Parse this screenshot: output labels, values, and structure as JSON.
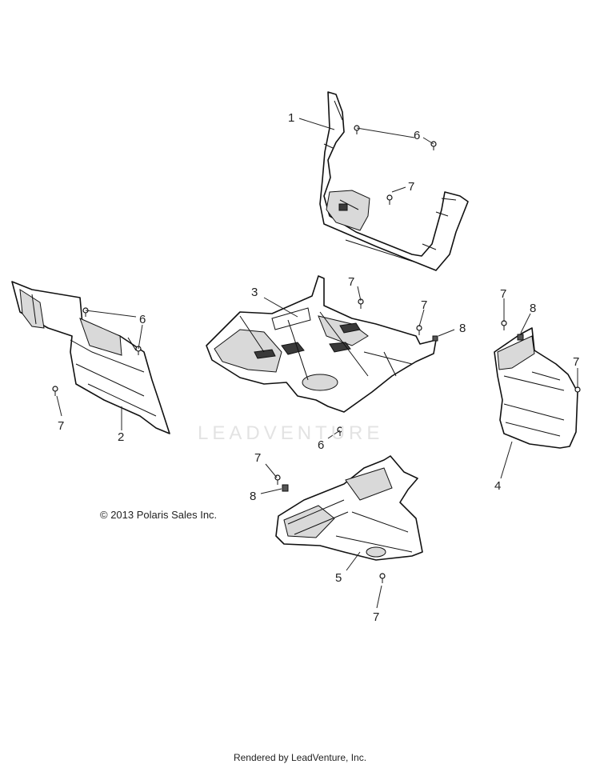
{
  "callouts": {
    "c1": "1",
    "c2": "2",
    "c3": "3",
    "c4": "4",
    "c5": "5",
    "c6a": "6",
    "c6b": "6",
    "c6c": "6",
    "c7a": "7",
    "c7b": "7",
    "c7c": "7",
    "c7d": "7",
    "c7e": "7",
    "c7f": "7",
    "c7g": "7",
    "c7h": "7",
    "c8a": "8",
    "c8b": "8",
    "c8c": "8"
  },
  "copyright": "© 2013 Polaris Sales Inc.",
  "watermark": "LEADVENTURE",
  "footer": "Rendered by LeadVenture, Inc."
}
